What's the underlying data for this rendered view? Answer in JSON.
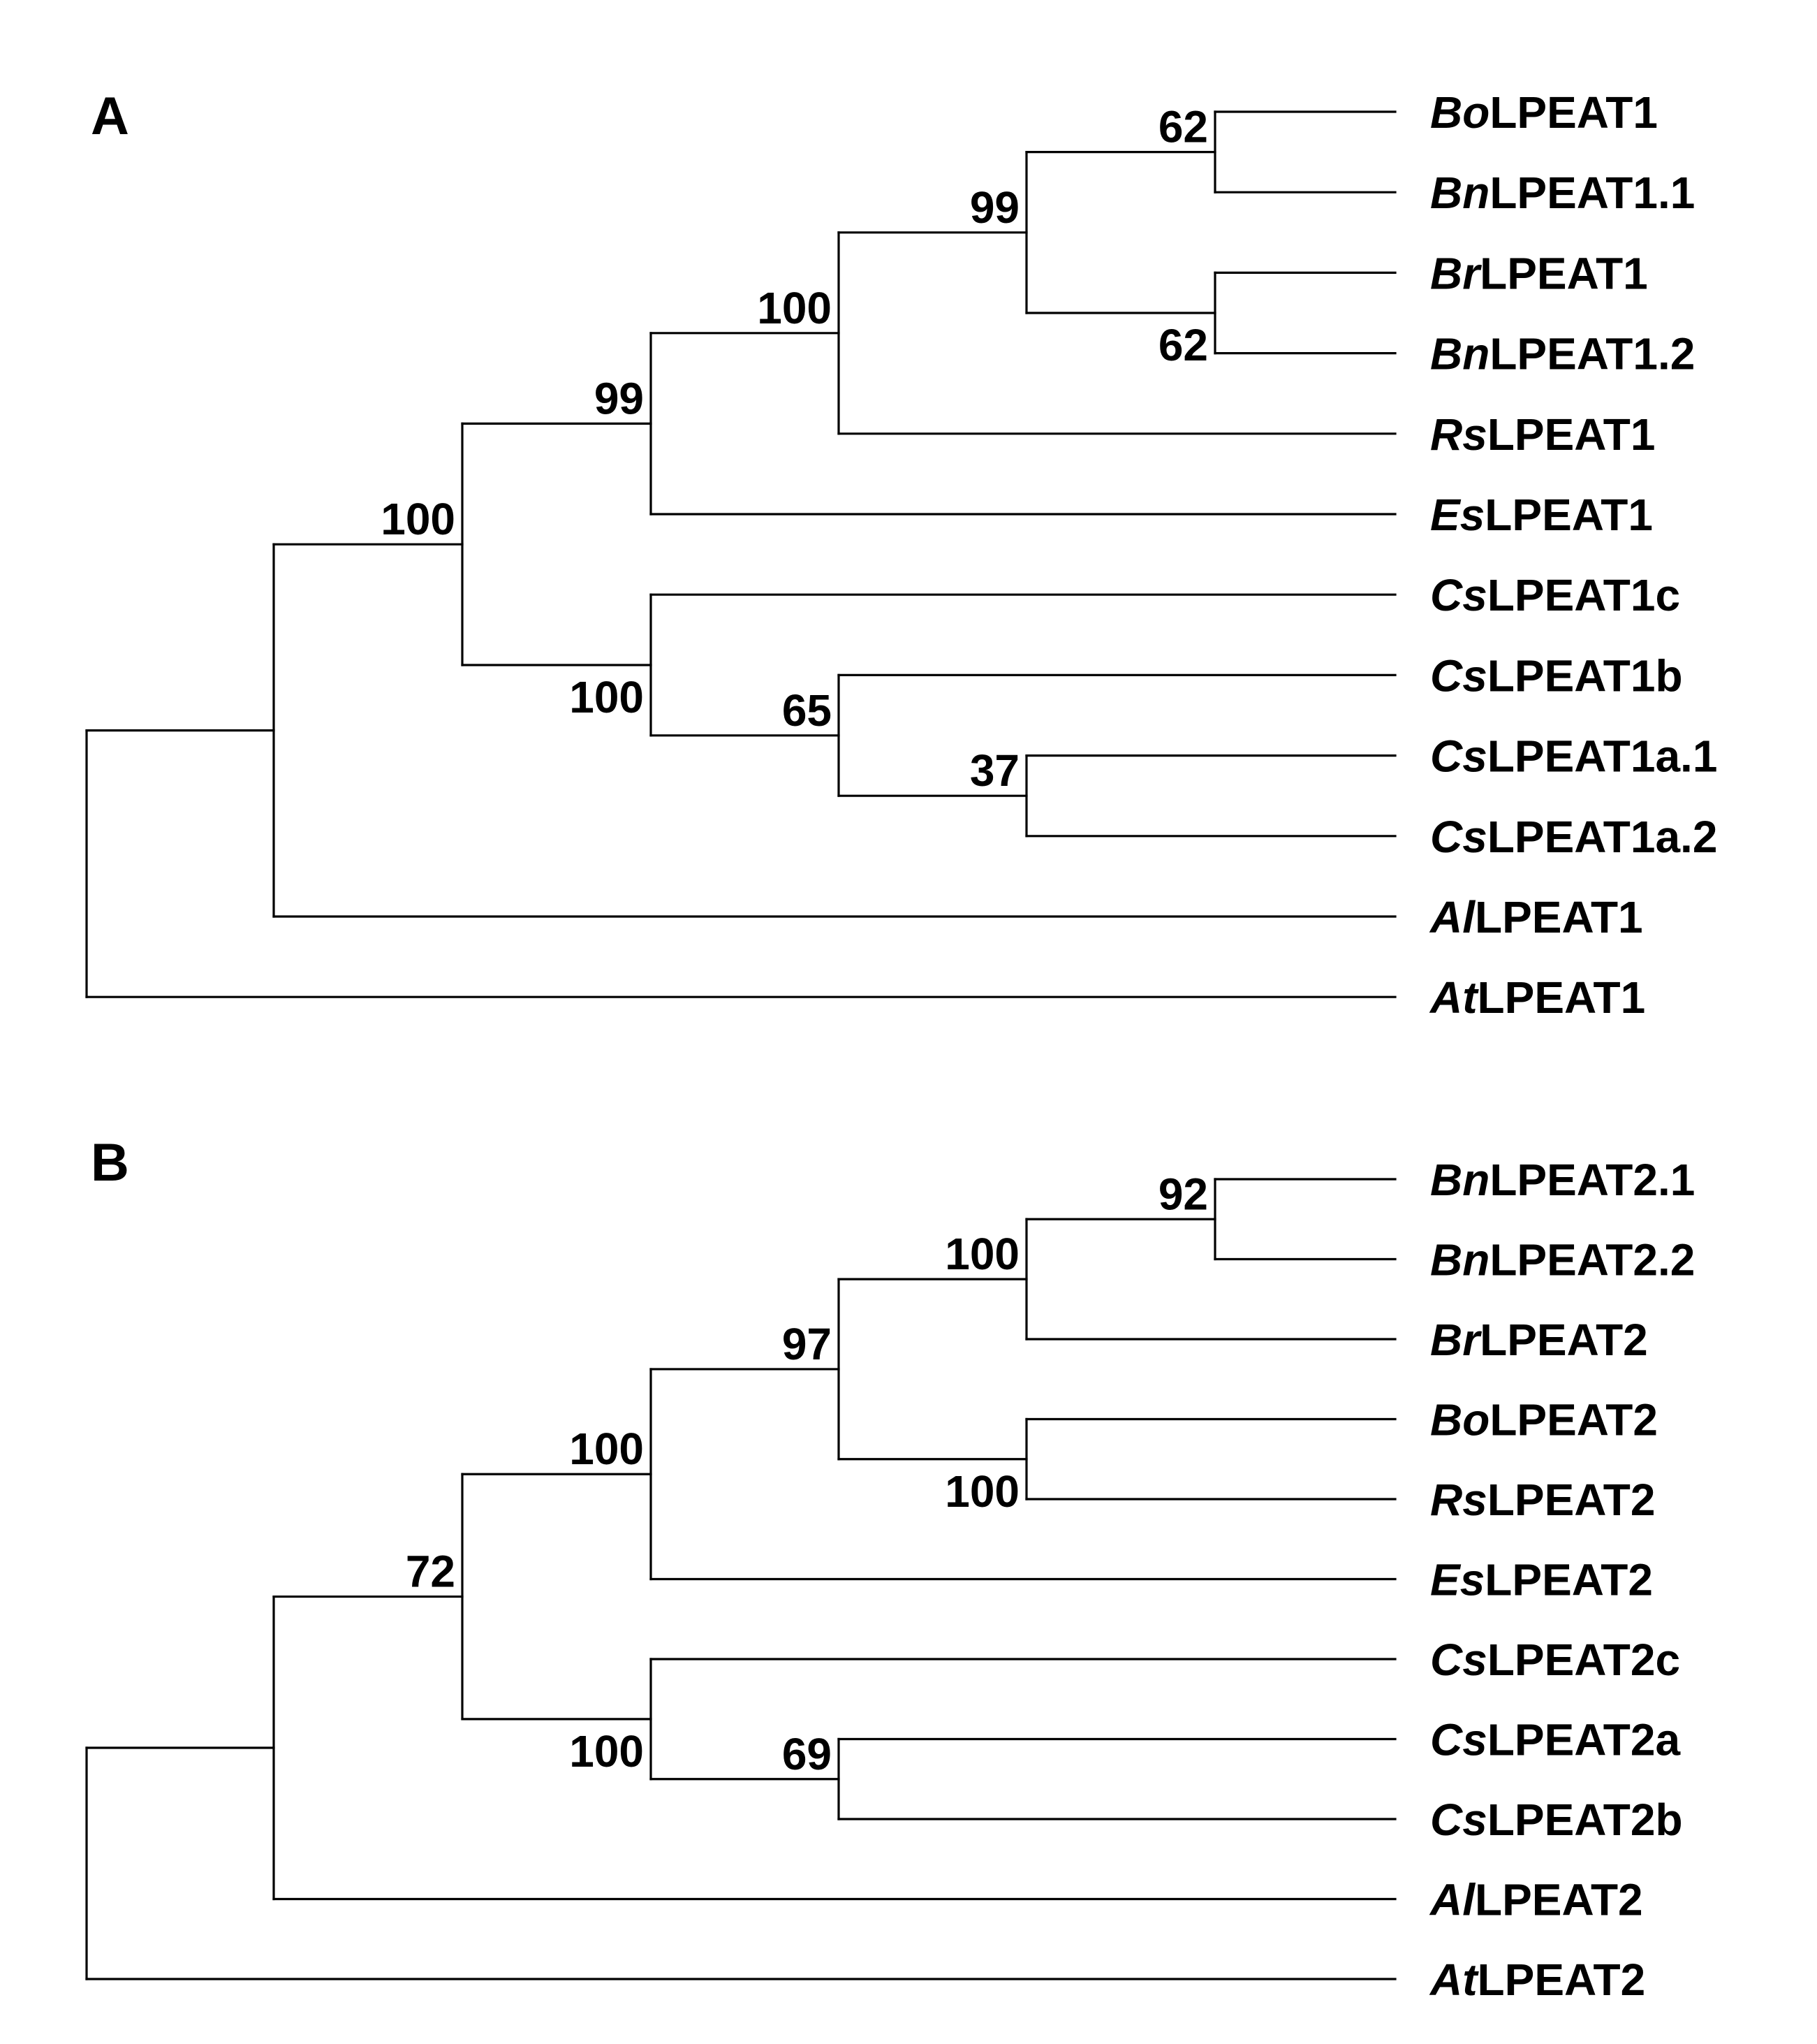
{
  "panels": [
    {
      "label": "A",
      "tree": {
        "c": [
          {
            "c": [
              {
                "b": "100",
                "c": [
                  {
                    "b": "99",
                    "c": [
                      {
                        "b": "100",
                        "c": [
                          {
                            "b": "99",
                            "c": [
                              {
                                "b": "62",
                                "c": [
                                  {
                                    "sp": "Bo",
                                    "gene": "LPEAT1"
                                  },
                                  {
                                    "sp": "Bn",
                                    "gene": "LPEAT1.1"
                                  }
                                ]
                              },
                              {
                                "b": "62",
                                "c": [
                                  {
                                    "sp": "Br",
                                    "gene": "LPEAT1"
                                  },
                                  {
                                    "sp": "Bn",
                                    "gene": "LPEAT1.2"
                                  }
                                ]
                              }
                            ]
                          },
                          {
                            "sp": "Rs",
                            "gene": "LPEAT1"
                          }
                        ]
                      },
                      {
                        "sp": "Es",
                        "gene": "LPEAT1"
                      }
                    ]
                  },
                  {
                    "b": "100",
                    "c": [
                      {
                        "sp": "Cs",
                        "gene": "LPEAT1c"
                      },
                      {
                        "b": "65",
                        "c": [
                          {
                            "sp": "Cs",
                            "gene": "LPEAT1b"
                          },
                          {
                            "b": "37",
                            "c": [
                              {
                                "sp": "Cs",
                                "gene": "LPEAT1a.1"
                              },
                              {
                                "sp": "Cs",
                                "gene": "LPEAT1a.2"
                              }
                            ]
                          }
                        ]
                      }
                    ]
                  }
                ]
              },
              {
                "sp": "Al",
                "gene": "LPEAT1"
              }
            ]
          },
          {
            "sp": "At",
            "gene": "LPEAT1"
          }
        ]
      }
    },
    {
      "label": "B",
      "tree": {
        "c": [
          {
            "c": [
              {
                "b": "72",
                "c": [
                  {
                    "b": "100",
                    "c": [
                      {
                        "b": "97",
                        "c": [
                          {
                            "b": "100",
                            "c": [
                              {
                                "b": "92",
                                "c": [
                                  {
                                    "sp": "Bn",
                                    "gene": "LPEAT2.1"
                                  },
                                  {
                                    "sp": "Bn",
                                    "gene": "LPEAT2.2"
                                  }
                                ]
                              },
                              {
                                "sp": "Br",
                                "gene": "LPEAT2"
                              }
                            ]
                          },
                          {
                            "b": "100",
                            "c": [
                              {
                                "sp": "Bo",
                                "gene": "LPEAT2"
                              },
                              {
                                "sp": "Rs",
                                "gene": "LPEAT2"
                              }
                            ]
                          }
                        ]
                      },
                      {
                        "sp": "Es",
                        "gene": "LPEAT2"
                      }
                    ]
                  },
                  {
                    "b": "100",
                    "c": [
                      {
                        "sp": "Cs",
                        "gene": "LPEAT2c"
                      },
                      {
                        "b": "69",
                        "c": [
                          {
                            "sp": "Cs",
                            "gene": "LPEAT2a"
                          },
                          {
                            "sp": "Cs",
                            "gene": "LPEAT2b"
                          }
                        ]
                      }
                    ]
                  }
                ]
              },
              {
                "sp": "Al",
                "gene": "LPEAT2"
              }
            ]
          },
          {
            "sp": "At",
            "gene": "LPEAT2"
          }
        ]
      }
    }
  ]
}
